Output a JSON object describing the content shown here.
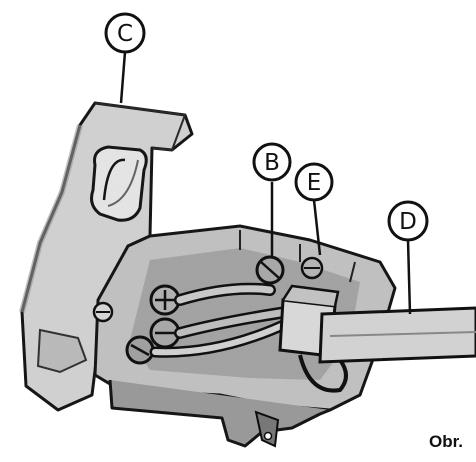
{
  "callouts": {
    "c": "C",
    "b": "B",
    "e": "E",
    "d": "D"
  },
  "caption": "Obr."
}
